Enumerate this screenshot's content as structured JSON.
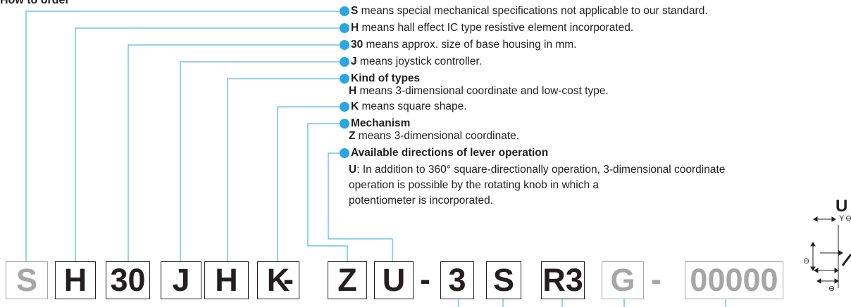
{
  "header_partial": "How to order",
  "descriptions": [
    {
      "bold": "S",
      "text": " means special mechanical specifications not applicable to our standard."
    },
    {
      "bold": "H",
      "text": " means hall effect IC type resistive element incorporated."
    },
    {
      "bold": "30",
      "text": " means approx. size of base housing in mm."
    },
    {
      "bold": "J",
      "text": " means joystick controller."
    },
    {
      "bold": "Kind of types",
      "text": ""
    },
    {
      "bold": "K",
      "text": " means square shape."
    },
    {
      "bold": "Mechanism",
      "text": ""
    },
    {
      "bold": "Available directions of lever operation",
      "text": ""
    }
  ],
  "subs": {
    "types": {
      "bold": "H",
      "text": " means 3-dimensional coordinate and low-cost type."
    },
    "mechanism": {
      "bold": "Z",
      "text": " means 3-dimensional coordinate."
    },
    "directions": [
      {
        "bold": "U",
        "text": ": In addition to 360° square-directionally operation, 3-dimensional coordinate"
      },
      {
        "bold": "",
        "text": "operation is possible by the rotating knob in which a"
      },
      {
        "bold": "",
        "text": "potentiometer is incorporated."
      }
    ]
  },
  "code_boxes": [
    "S",
    "H",
    "30",
    "J",
    "H",
    "K",
    "-",
    "Z",
    "U",
    "-",
    "3",
    "S",
    "R3",
    "G",
    "-",
    "00000"
  ],
  "code_grey": [
    true,
    false,
    false,
    false,
    false,
    false,
    false,
    false,
    false,
    false,
    false,
    false,
    false,
    true,
    true,
    true
  ],
  "diagram": {
    "title": "U",
    "axis_y": "Y",
    "minus": "⊖"
  },
  "colors": {
    "accent": "#2aa7e0",
    "text": "#231f20",
    "grey": "#a6a6a6"
  }
}
